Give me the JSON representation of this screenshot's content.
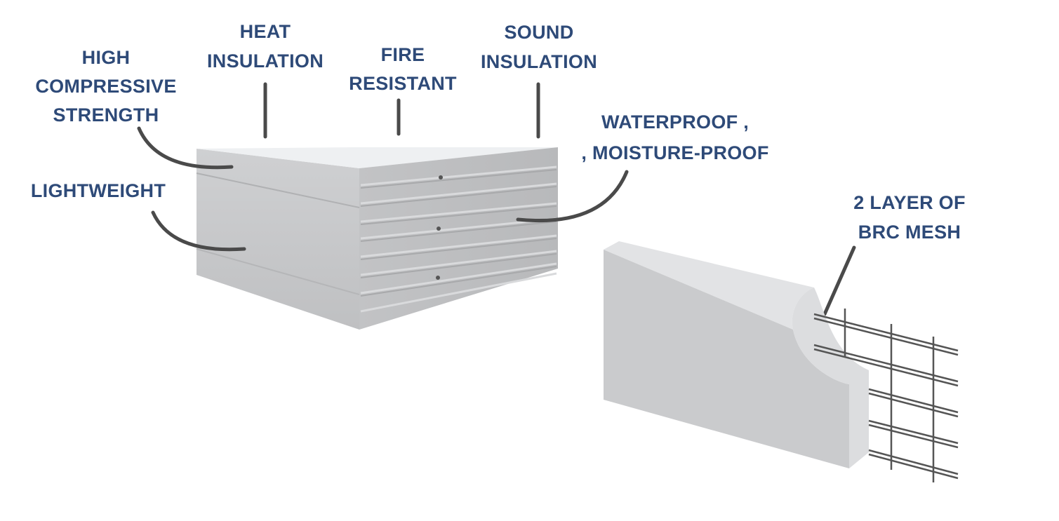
{
  "colors": {
    "label_text": "#2e4a78",
    "leader_line": "#4a4a4a",
    "panel_face": "#c9cacc",
    "panel_top": "#e7e8ea",
    "mesh_wire": "#555555"
  },
  "labels": {
    "high_compressive_strength": [
      "HIGH",
      "COMPRESSIVE",
      "STRENGTH"
    ],
    "heat_insulation": [
      "HEAT",
      "INSULATION"
    ],
    "fire_resistant": [
      "FIRE",
      "RESISTANT"
    ],
    "sound_insulation": [
      "SOUND",
      "INSULATION"
    ],
    "waterproof": [
      "WATERPROOF ,",
      ", MOISTURE-PROOF"
    ],
    "lightweight": [
      "LIGHTWEIGHT"
    ],
    "brc_mesh": [
      "2 LAYER OF",
      "BRC MESH"
    ]
  }
}
